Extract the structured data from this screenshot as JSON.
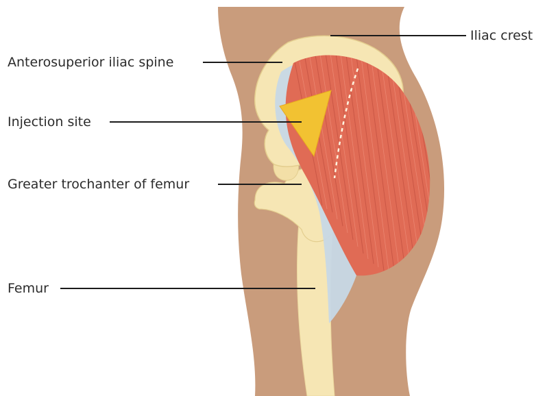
{
  "labels": {
    "iliac_crest": "Iliac crest",
    "anterosuperior_iliac_spine": "Anterosuperior iliac spine",
    "injection_site": "Injection site",
    "greater_trochanter": "Greater trochanter of femur",
    "femur": "Femur"
  },
  "colors": {
    "skin": "#C99C7C",
    "bone": "#F6E6B4",
    "muscle": "#E06B55",
    "fascia": "#C7D8E6",
    "injection_site": "#F2C232",
    "leader_line": "#1a1a1a"
  }
}
